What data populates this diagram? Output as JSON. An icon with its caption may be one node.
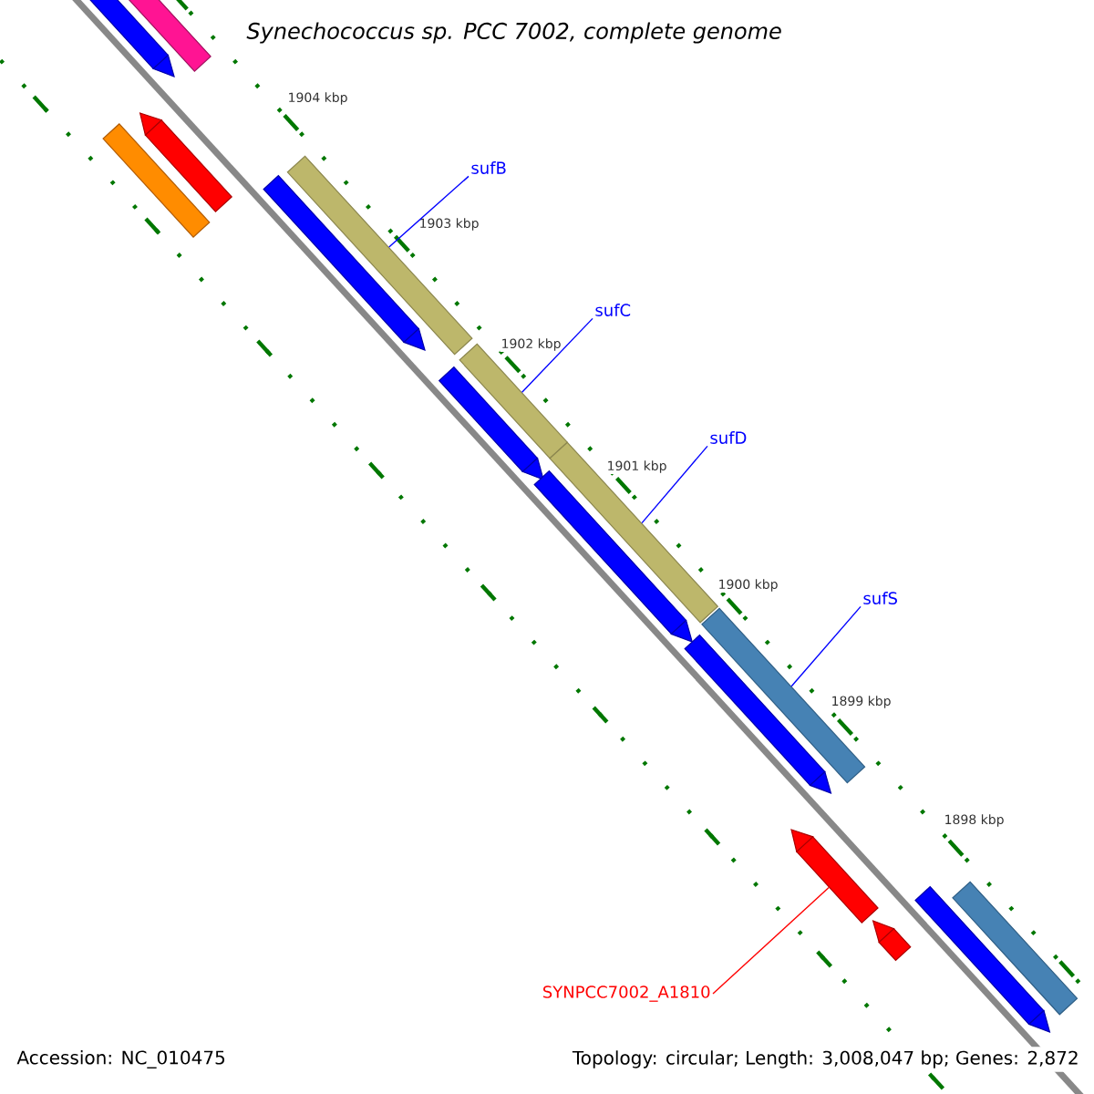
{
  "diagram": {
    "title": "Synechococcus sp. PCC 7002, complete genome",
    "nodes": [
      {
        "text": [
          "sufB"
        ]
      },
      {
        "text": [],
        "shape": "bar"
      },
      {
        "text": [
          "sufC"
        ]
      },
      {
        "text": [],
        "shape": "bar"
      },
      {
        "text": [
          "sufD"
        ]
      },
      {
        "text": [],
        "shape": "bar"
      },
      {
        "text": [
          "sufS"
        ]
      },
      {
        "text": [],
        "shape": "bar"
      },
      {
        "text": [
          "SYNPCC7002_A1810"
        ]
      },
      {
        "text": [],
        "shape": "bar"
      },
      {
        "text": [],
        "shape": "bar"
      },
      {
        "text": [],
        "shape": "bar"
      },
      {
        "text": [],
        "shape": "bar"
      },
      {
        "text": [],
        "shape": "bar"
      },
      {
        "text": [],
        "shape": "bar"
      },
      {
        "text": [],
        "shape": "bar"
      },
      {
        "text": [],
        "shape": "bar"
      },
      {
        "text": [],
        "shape": "bar"
      },
      {
        "text": [],
        "shape": "bar"
      },
      {
        "text": [],
        "shape": "bar"
      },
      {
        "text": [],
        "shape": "bar"
      }
    ],
    "edges": [
      {
        "from": 0,
        "to": 1,
        "arrow": "none"
      },
      {
        "from": 2,
        "to": 3,
        "arrow": "none"
      },
      {
        "from": 4,
        "to": 5,
        "arrow": "none"
      },
      {
        "from": 6,
        "to": 7,
        "arrow": "none"
      },
      {
        "from": 8,
        "to": 9,
        "arrow": "none",
        "color": "#ff0000"
      }
    ],
    "labels": [
      "1904 kbp",
      "1903 kbp",
      "1902 kbp",
      "1901 kbp",
      "1900 kbp",
      "1899 kbp",
      "1898 kbp",
      "Accession: NC_010475",
      "Topology: circular; Length: 3,008,047 bp; Genes: 2,872"
    ]
  }
}
